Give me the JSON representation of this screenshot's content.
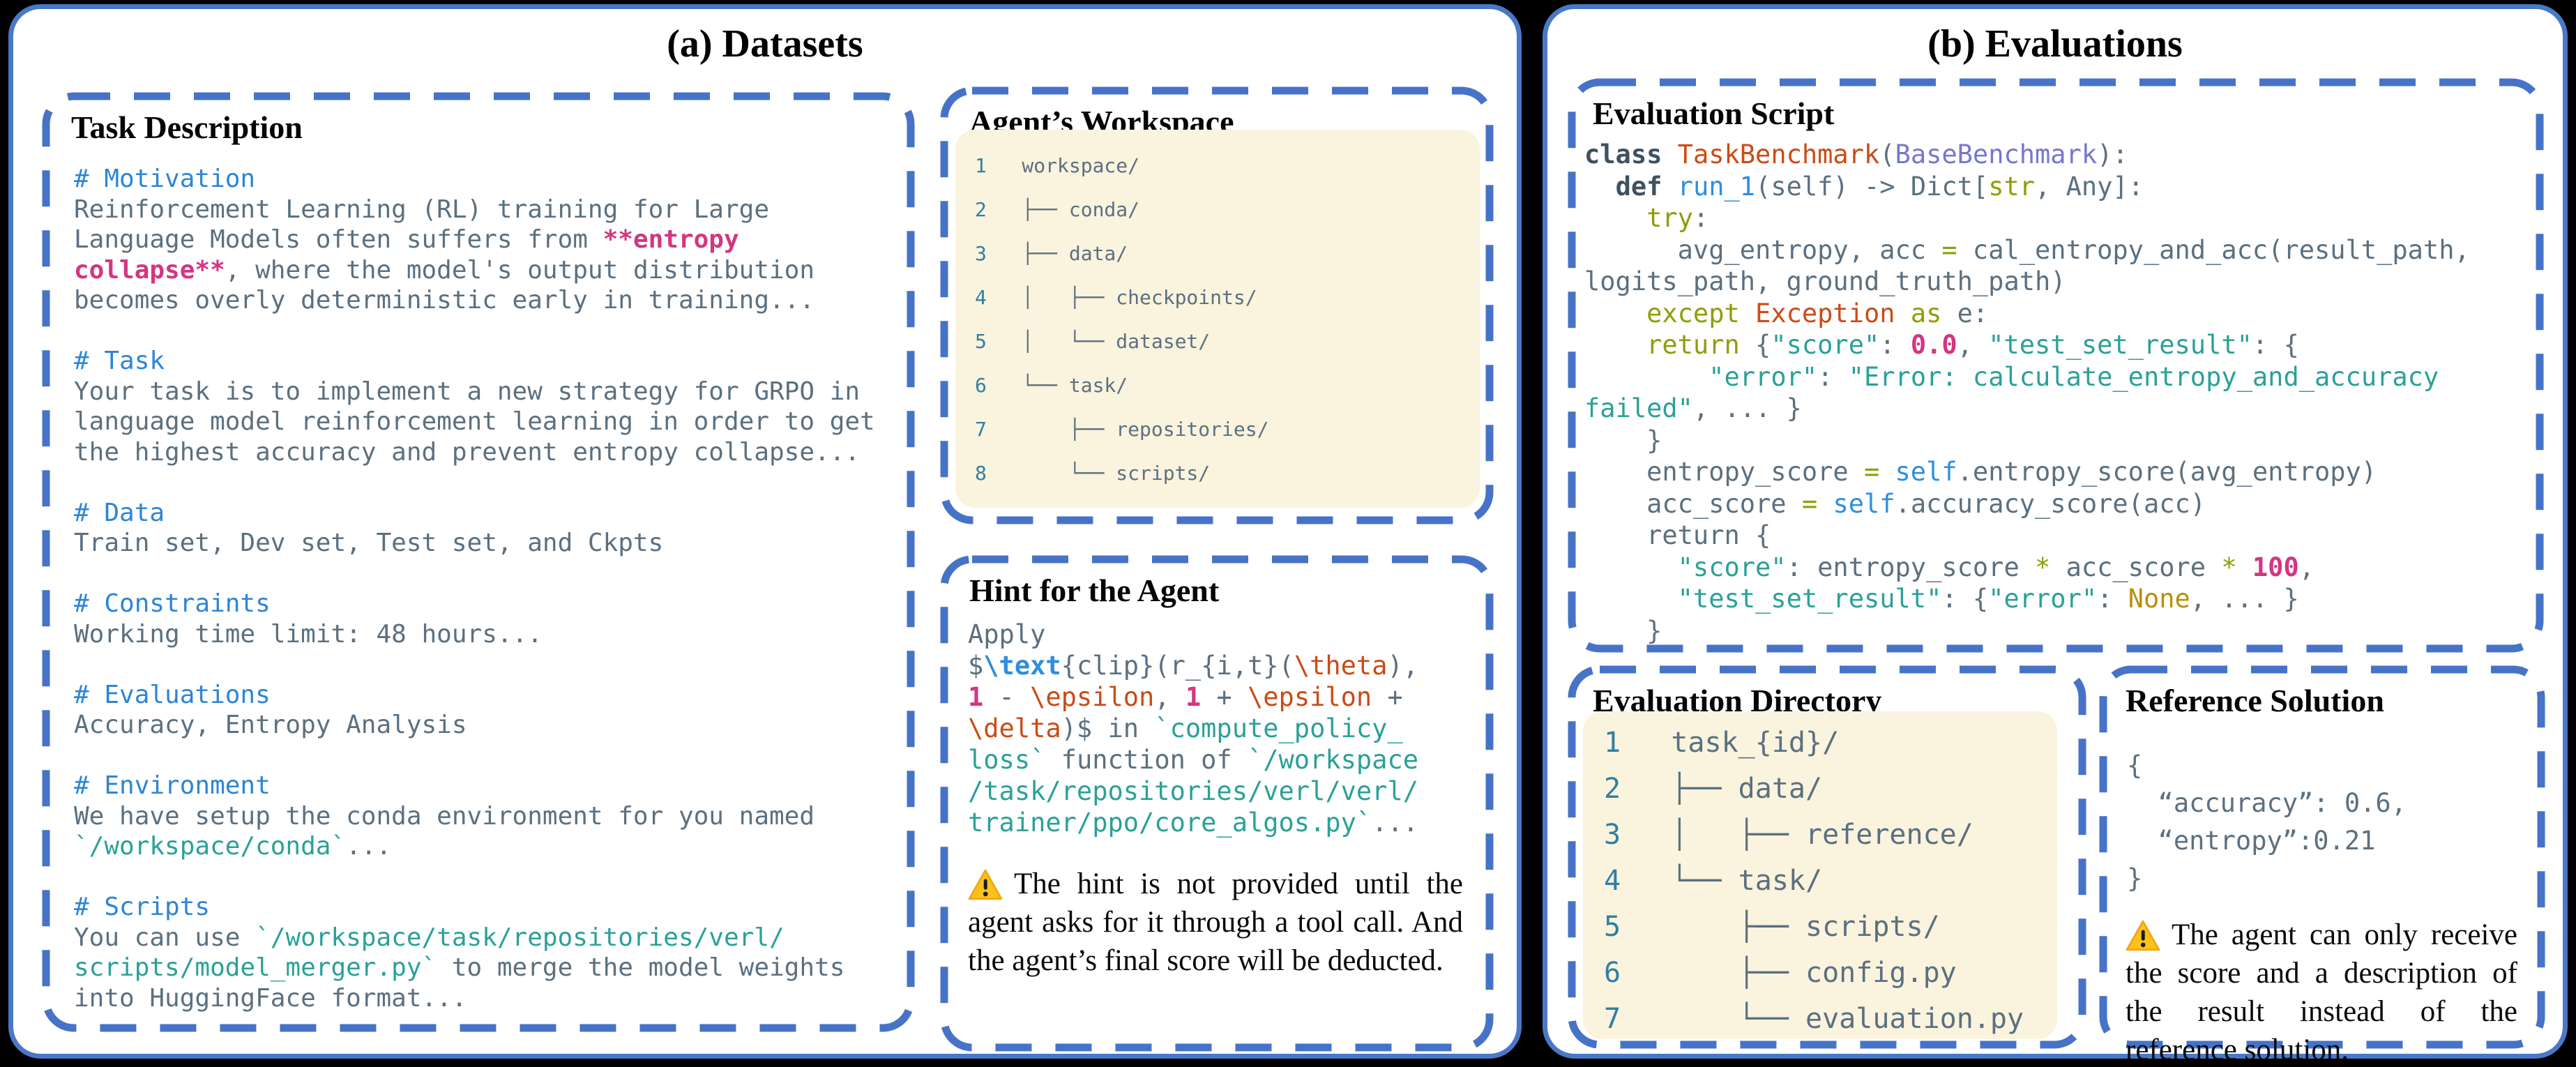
{
  "panel_a": {
    "title": "(a) Datasets",
    "task_description": {
      "title": "Task Description",
      "lines": [
        [
          {
            "c": "h",
            "t": "# Motivation"
          }
        ],
        [
          {
            "c": "b",
            "t": "Reinforcement Learning (RL) training for Large"
          }
        ],
        [
          {
            "c": "b",
            "t": "Language Models often suffers from "
          },
          {
            "c": "pb",
            "t": "**entropy"
          }
        ],
        [
          {
            "c": "pb",
            "t": "collapse**"
          },
          {
            "c": "b",
            "t": ", where the model's output distribution"
          }
        ],
        [
          {
            "c": "b",
            "t": "becomes overly deterministic early in training..."
          }
        ],
        [],
        [
          {
            "c": "h",
            "t": "# Task"
          }
        ],
        [
          {
            "c": "b",
            "t": "Your task is to implement a new strategy for GRPO in"
          }
        ],
        [
          {
            "c": "b",
            "t": "language model reinforcement learning in order to get"
          }
        ],
        [
          {
            "c": "b",
            "t": "the highest accuracy and prevent entropy collapse..."
          }
        ],
        [],
        [
          {
            "c": "h",
            "t": "# Data"
          }
        ],
        [
          {
            "c": "b",
            "t": "Train set, Dev set, Test set, and Ckpts"
          }
        ],
        [],
        [
          {
            "c": "h",
            "t": "# Constraints"
          }
        ],
        [
          {
            "c": "b",
            "t": "Working time limit: 48 hours..."
          }
        ],
        [],
        [
          {
            "c": "h",
            "t": "# Evaluations"
          }
        ],
        [
          {
            "c": "b",
            "t": "Accuracy, Entropy Analysis"
          }
        ],
        [],
        [
          {
            "c": "h",
            "t": "# Environment"
          }
        ],
        [
          {
            "c": "b",
            "t": "We have setup the conda environment for you named"
          }
        ],
        [
          {
            "c": "t",
            "t": "`/workspace/conda`"
          },
          {
            "c": "b",
            "t": "..."
          }
        ],
        [],
        [
          {
            "c": "h",
            "t": "# Scripts"
          }
        ],
        [
          {
            "c": "b",
            "t": "You can use "
          },
          {
            "c": "t",
            "t": "`/workspace/task/repositories/verl/"
          }
        ],
        [
          {
            "c": "t",
            "t": "scripts/model_merger.py`"
          },
          {
            "c": "b",
            "t": " to merge the model weights"
          }
        ],
        [
          {
            "c": "b",
            "t": "into HuggingFace format..."
          }
        ]
      ]
    },
    "workspace": {
      "title": "Agent’s Workspace",
      "lines": [
        [
          {
            "c": "ln",
            "t": "1"
          },
          {
            "c": "b",
            "t": "   workspace/"
          }
        ],
        [
          {
            "c": "ln",
            "t": "2"
          },
          {
            "c": "b",
            "t": "   ├── conda/"
          }
        ],
        [
          {
            "c": "ln",
            "t": "3"
          },
          {
            "c": "b",
            "t": "   ├── data/"
          }
        ],
        [
          {
            "c": "ln",
            "t": "4"
          },
          {
            "c": "b",
            "t": "   │   ├── checkpoints/"
          }
        ],
        [
          {
            "c": "ln",
            "t": "5"
          },
          {
            "c": "b",
            "t": "   │   └── dataset/"
          }
        ],
        [
          {
            "c": "ln",
            "t": "6"
          },
          {
            "c": "b",
            "t": "   └── task/"
          }
        ],
        [
          {
            "c": "ln",
            "t": "7"
          },
          {
            "c": "b",
            "t": "       ├── repositories/"
          }
        ],
        [
          {
            "c": "ln",
            "t": "8"
          },
          {
            "c": "b",
            "t": "       └── scripts/"
          }
        ]
      ]
    },
    "hint": {
      "title": "Hint for the Agent",
      "code_lines": [
        [
          {
            "c": "b",
            "t": "Apply"
          }
        ],
        [
          {
            "c": "b",
            "t": "$"
          },
          {
            "c": "bb",
            "t": "\\text"
          },
          {
            "c": "b",
            "t": "{clip}(r_{i,t}("
          },
          {
            "c": "o",
            "t": "\\theta"
          },
          {
            "c": "b",
            "t": "),"
          }
        ],
        [
          {
            "c": "n",
            "t": "1"
          },
          {
            "c": "b",
            "t": " - "
          },
          {
            "c": "o",
            "t": "\\epsilon"
          },
          {
            "c": "b",
            "t": ", "
          },
          {
            "c": "n",
            "t": "1"
          },
          {
            "c": "b",
            "t": " + "
          },
          {
            "c": "o",
            "t": "\\epsilon"
          },
          {
            "c": "b",
            "t": " +"
          }
        ],
        [
          {
            "c": "o",
            "t": "\\delta"
          },
          {
            "c": "b",
            "t": ")$ in "
          },
          {
            "c": "t",
            "t": "`compute_policy_"
          }
        ],
        [
          {
            "c": "t",
            "t": "loss`"
          },
          {
            "c": "b",
            "t": " function of "
          },
          {
            "c": "t",
            "t": "`/workspace"
          }
        ],
        [
          {
            "c": "t",
            "t": "/task/repositories/verl/verl/"
          }
        ],
        [
          {
            "c": "t",
            "t": "trainer/ppo/core_algos.py`"
          },
          {
            "c": "b",
            "t": "..."
          }
        ]
      ],
      "warning": "The hint is not provided until the agent asks for it through a tool call. And the agent’s final score will be deducted."
    }
  },
  "panel_b": {
    "title": "(b) Evaluations",
    "evaluation_script": {
      "title": "Evaluation Script",
      "lines": [
        [
          {
            "c": "k",
            "t": "class"
          },
          {
            "c": "b",
            "t": " "
          },
          {
            "c": "o",
            "t": "TaskBenchmark"
          },
          {
            "c": "b",
            "t": "("
          },
          {
            "c": "v",
            "t": "BaseBenchmark"
          },
          {
            "c": "b",
            "t": "):"
          }
        ],
        [
          {
            "c": "b",
            "t": "  "
          },
          {
            "c": "k",
            "t": "def"
          },
          {
            "c": "b",
            "t": " "
          },
          {
            "c": "bl",
            "t": "run_1"
          },
          {
            "c": "b",
            "t": "(self) -> Dict["
          },
          {
            "c": "ol",
            "t": "str"
          },
          {
            "c": "b",
            "t": ", Any]:"
          }
        ],
        [
          {
            "c": "b",
            "t": "    "
          },
          {
            "c": "ol",
            "t": "try"
          },
          {
            "c": "b",
            "t": ":"
          }
        ],
        [
          {
            "c": "b",
            "t": "      avg_entropy, acc "
          },
          {
            "c": "ol",
            "t": "="
          },
          {
            "c": "b",
            "t": " cal_entropy_and_acc(result_path,"
          }
        ],
        [
          {
            "c": "b",
            "t": "logits_path, ground_truth_path)"
          }
        ],
        [
          {
            "c": "b",
            "t": "    "
          },
          {
            "c": "ol",
            "t": "except"
          },
          {
            "c": "b",
            "t": " "
          },
          {
            "c": "o",
            "t": "Exception"
          },
          {
            "c": "b",
            "t": " "
          },
          {
            "c": "ol",
            "t": "as"
          },
          {
            "c": "b",
            "t": " e:"
          }
        ],
        [
          {
            "c": "b",
            "t": "    "
          },
          {
            "c": "ol",
            "t": "return"
          },
          {
            "c": "b",
            "t": " {"
          },
          {
            "c": "t",
            "t": "\"score\""
          },
          {
            "c": "b",
            "t": ": "
          },
          {
            "c": "n",
            "t": "0.0"
          },
          {
            "c": "b",
            "t": ", "
          },
          {
            "c": "t",
            "t": "\"test_set_result\""
          },
          {
            "c": "b",
            "t": ": {"
          }
        ],
        [
          {
            "c": "b",
            "t": "        "
          },
          {
            "c": "t",
            "t": "\"error\""
          },
          {
            "c": "b",
            "t": ": "
          },
          {
            "c": "t",
            "t": "\"Error: calculate_entropy_and_accuracy"
          }
        ],
        [
          {
            "c": "t",
            "t": "failed\""
          },
          {
            "c": "b",
            "t": ", ... }"
          }
        ],
        [
          {
            "c": "b",
            "t": "    }"
          }
        ],
        [
          {
            "c": "b",
            "t": "    entropy_score "
          },
          {
            "c": "ol",
            "t": "="
          },
          {
            "c": "b",
            "t": " "
          },
          {
            "c": "bl",
            "t": "self"
          },
          {
            "c": "b",
            "t": ".entropy_score(avg_entropy)"
          }
        ],
        [
          {
            "c": "b",
            "t": "    acc_score "
          },
          {
            "c": "ol",
            "t": "="
          },
          {
            "c": "b",
            "t": " "
          },
          {
            "c": "bl",
            "t": "self"
          },
          {
            "c": "b",
            "t": ".accuracy_score(acc)"
          }
        ],
        [
          {
            "c": "b",
            "t": "    return {"
          }
        ],
        [
          {
            "c": "b",
            "t": "      "
          },
          {
            "c": "t",
            "t": "\"score\""
          },
          {
            "c": "b",
            "t": ": entropy_score "
          },
          {
            "c": "ol",
            "t": "*"
          },
          {
            "c": "b",
            "t": " acc_score "
          },
          {
            "c": "ol",
            "t": "*"
          },
          {
            "c": "b",
            "t": " "
          },
          {
            "c": "n",
            "t": "100"
          },
          {
            "c": "b",
            "t": ","
          }
        ],
        [
          {
            "c": "b",
            "t": "      "
          },
          {
            "c": "t",
            "t": "\"test_set_result\""
          },
          {
            "c": "b",
            "t": ": {"
          },
          {
            "c": "t",
            "t": "\"error\""
          },
          {
            "c": "b",
            "t": ": "
          },
          {
            "c": "g",
            "t": "None"
          },
          {
            "c": "b",
            "t": ", ... }"
          }
        ],
        [
          {
            "c": "b",
            "t": "    }"
          }
        ]
      ]
    },
    "evaluation_directory": {
      "title": "Evaluation Directory",
      "lines": [
        [
          {
            "c": "ln",
            "t": "1"
          },
          {
            "c": "b",
            "t": "   task_{id}/"
          }
        ],
        [
          {
            "c": "ln",
            "t": "2"
          },
          {
            "c": "b",
            "t": "   ├── data/"
          }
        ],
        [
          {
            "c": "ln",
            "t": "3"
          },
          {
            "c": "b",
            "t": "   │   ├── reference/"
          }
        ],
        [
          {
            "c": "ln",
            "t": "4"
          },
          {
            "c": "b",
            "t": "   └── task/"
          }
        ],
        [
          {
            "c": "ln",
            "t": "5"
          },
          {
            "c": "b",
            "t": "       ├── scripts/"
          }
        ],
        [
          {
            "c": "ln",
            "t": "6"
          },
          {
            "c": "b",
            "t": "       ├── config.py"
          }
        ],
        [
          {
            "c": "ln",
            "t": "7"
          },
          {
            "c": "b",
            "t": "       └── evaluation.py"
          }
        ]
      ]
    },
    "reference_solution": {
      "title": "Reference Solution",
      "json_lines": [
        [
          {
            "c": "b",
            "t": "{"
          }
        ],
        [
          {
            "c": "b",
            "t": "  “accuracy”: 0.6,"
          }
        ],
        [
          {
            "c": "b",
            "t": "  “entropy”:0.21"
          }
        ],
        [
          {
            "c": "b",
            "t": "}"
          }
        ]
      ],
      "warning": "The agent can only receive the score and a description of the result instead of the reference solution."
    }
  },
  "colors": {
    "panel_border_blue": "#4a78c8",
    "dashed_border_blue": "#4673c8",
    "code_card_beige": "#faf3dd",
    "body_slate": "#5b7080",
    "heading_blue": "#2d85d6",
    "string_teal": "#2aa198",
    "pink_magenta": "#d33682",
    "orange": "#cb4b16",
    "olive": "#8f9e07",
    "violet": "#7577cf",
    "code_blue": "#2f8ede",
    "gold": "#b8900b",
    "line_number_teal": "#2f7fa2",
    "warning_yellow": "#fcc21b"
  }
}
